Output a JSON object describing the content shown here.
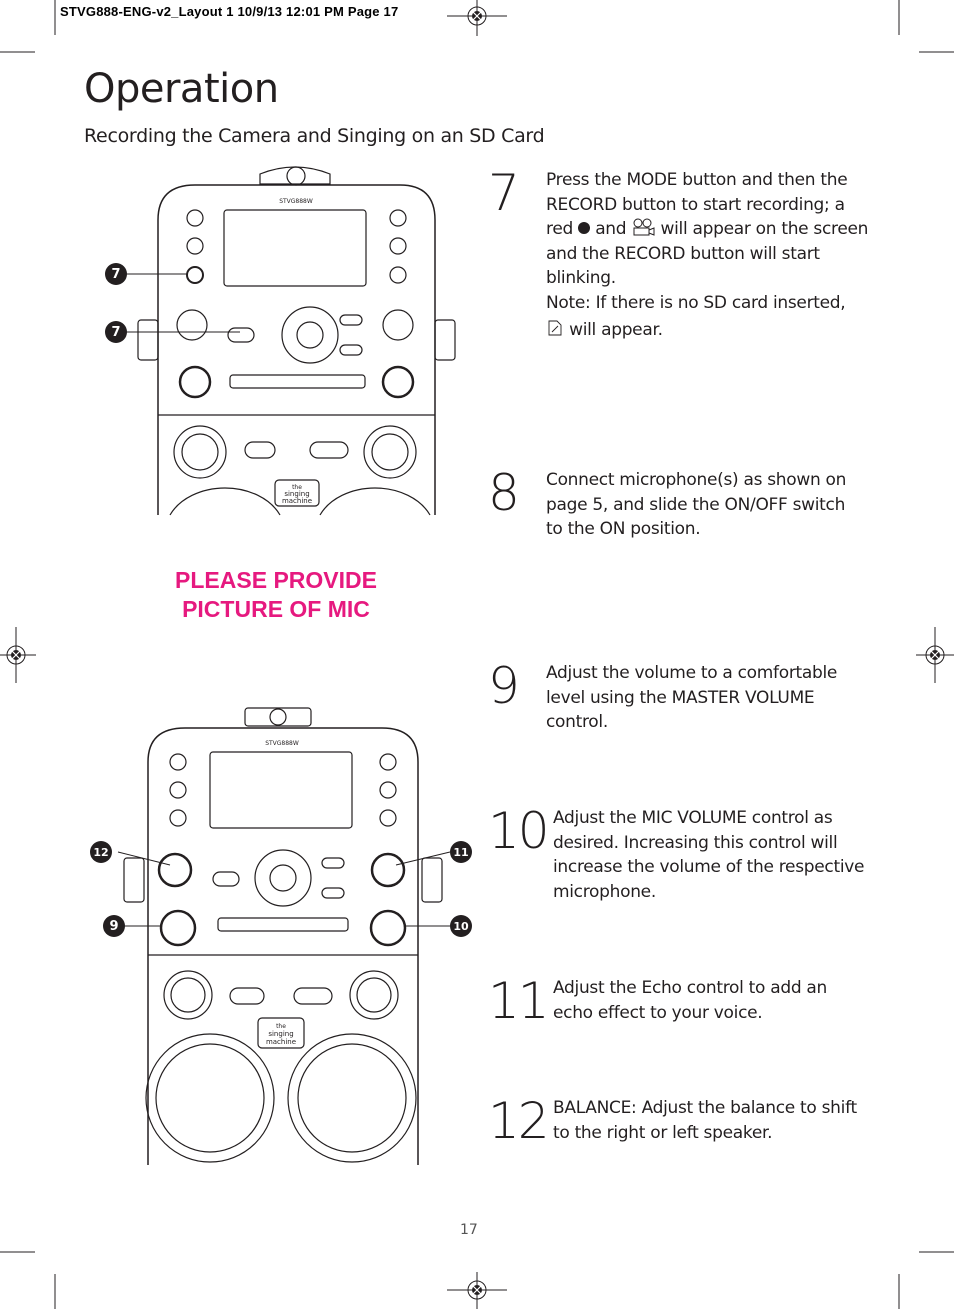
{
  "slug": "STVG888-ENG-v2_Layout 1  10/9/13  12:01 PM  Page 17",
  "title": "Operation",
  "subtitle": "Recording the Camera and Singing on an SD Card",
  "placeholder_line1": "PLEASE PROVIDE",
  "placeholder_line2": "PICTURE OF MIC",
  "page_number": "17",
  "device": {
    "model": "STVG888W",
    "brand_line1": "the",
    "brand_line2": "singing",
    "brand_line3": "machine"
  },
  "callouts": {
    "top_a": "7",
    "top_b": "7",
    "bottom_balance": "12",
    "bottom_echo": "11",
    "bottom_master": "9",
    "bottom_mic": "10"
  },
  "steps": [
    {
      "number": "7",
      "line1": "Press the MODE button and then the",
      "line2": "RECORD button to start recording; a",
      "line3a": "red",
      "line3b": "and",
      "line3c": "will appear on the screen",
      "line4": "and the RECORD button will start",
      "line5": "blinking.",
      "note_label": "Note:",
      "note_text": "If there is no SD card inserted,",
      "note_end": "will appear.",
      "icons": [
        "record-dot-icon",
        "camera-record-icon",
        "no-sd-card-icon"
      ]
    },
    {
      "number": "8",
      "lines": [
        "Connect microphone(s) as shown on",
        "page 5, and slide the ON/OFF switch",
        "to the ON position."
      ]
    },
    {
      "number": "9",
      "lines": [
        "Adjust the volume to a comfortable",
        "level using the MASTER VOLUME",
        "control."
      ]
    },
    {
      "number": "10",
      "lines": [
        "Adjust the MIC VOLUME control as",
        "desired. Increasing this control will",
        "increase the volume of the respective",
        "microphone."
      ]
    },
    {
      "number": "11",
      "lines": [
        "Adjust the Echo control to add an",
        "echo effect to your voice."
      ]
    },
    {
      "number": "12",
      "label": "BALANCE:",
      "line1_rest": "Adjust the balance to shift",
      "line2": "to the right or left speaker."
    }
  ]
}
